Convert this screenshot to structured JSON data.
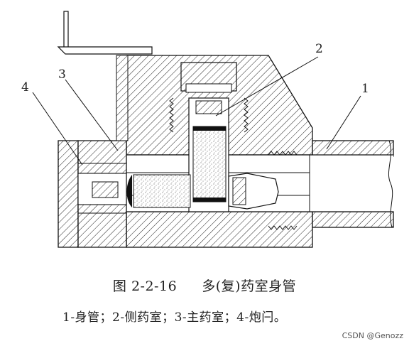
{
  "diagram": {
    "labels": {
      "l1": "1",
      "l2": "2",
      "l3": "3",
      "l4": "4"
    }
  },
  "caption": {
    "figure_number": "图 2-2-16",
    "title": "多(复)药室身管",
    "legend": "1-身管；2-侧药室；3-主药室；4-炮闩。"
  },
  "watermark": "CSDN @Genozz"
}
